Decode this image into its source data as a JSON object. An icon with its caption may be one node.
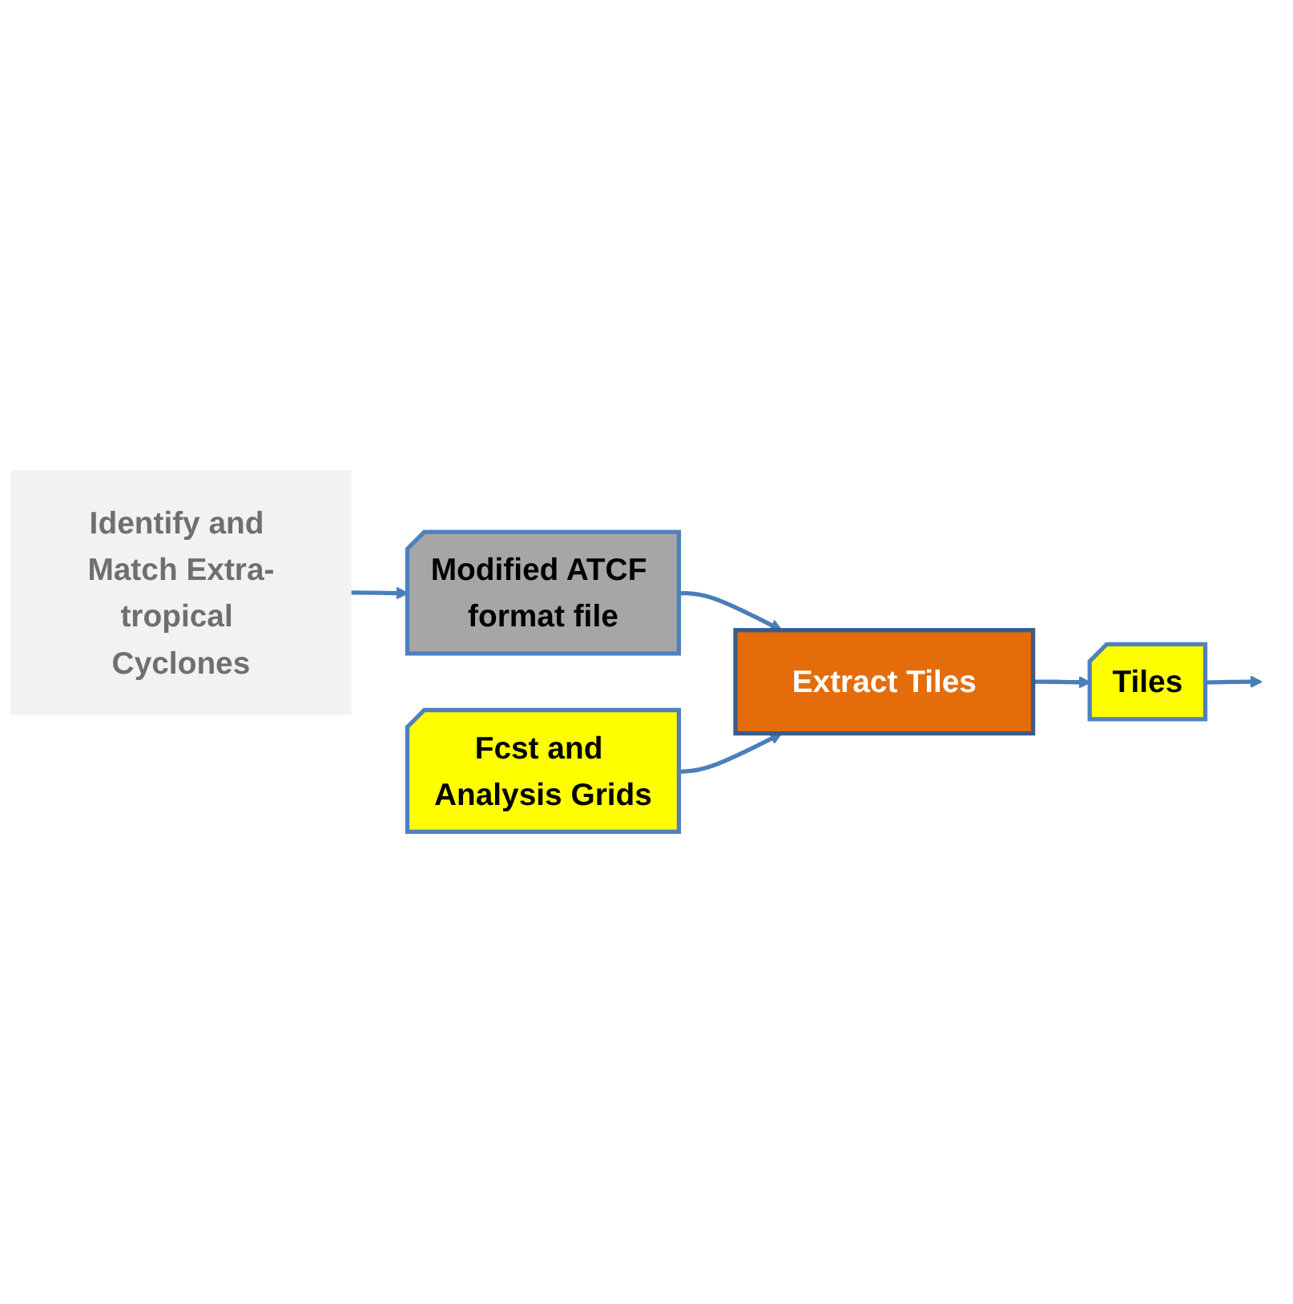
{
  "diagram": {
    "nodes": [
      {
        "text": [
          "Identify and Match Extra-tropical Cyclones"
        ]
      },
      {
        "text": [
          "Modified ATCF format file"
        ]
      },
      {
        "text": [
          "Extract Tiles"
        ]
      },
      {
        "text": [
          "Tiles"
        ]
      },
      {
        "text": [
          "Fcst and Analysis Grids"
        ]
      }
    ],
    "edges": [
      {
        "from": 0,
        "to": 1,
        "arrow": "to"
      },
      {
        "from": 1,
        "to": 2,
        "arrow": "to"
      },
      {
        "from": 2,
        "to": 3,
        "arrow": "to"
      },
      {
        "from": 3,
        "to": null,
        "arrow": "to"
      },
      {
        "from": 4,
        "to": 2,
        "arrow": "to"
      }
    ]
  }
}
